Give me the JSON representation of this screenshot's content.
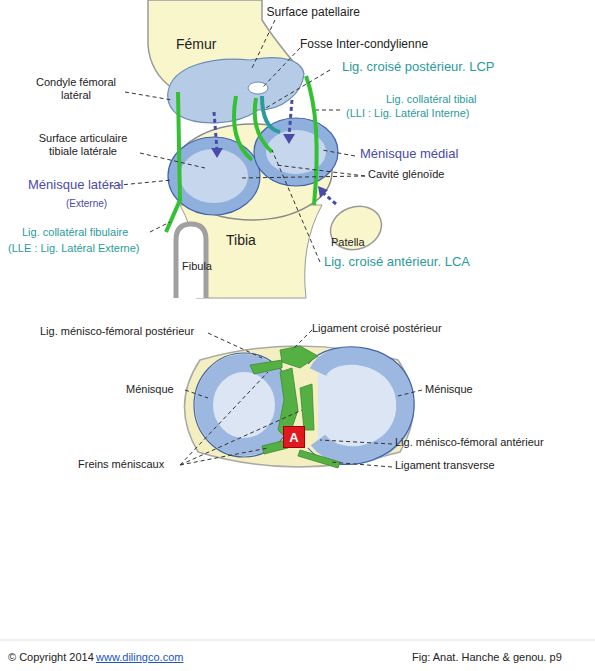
{
  "diagram": {
    "caption": "Fig:  Anat. Hanche & genou. p9",
    "nodes": [
      {
        "text": [
          "A"
        ]
      }
    ],
    "labels": [
      "Fémur",
      "Surface  patellaire",
      "Fosse Inter-condylienne",
      "Condyle fémoral latéral",
      "Lig. croisé postérieur. LCP",
      "Lig. collatéral tibial",
      "(LLI : Lig. Latéral Interne)",
      "Surface articulaire tibiale latérale",
      "Ménisque médial",
      "Ménisque latéral",
      "(Externe)",
      "Cavité glénoïde",
      "Lig. collatéral fibulaire",
      "(LLE : Lig. Latéral Externe)",
      "Patella",
      "Tibia",
      "Fibula",
      "Lig. croisé antérieur.  LCA",
      "Lig. ménisco-fémoral postérieur",
      "Ligament croisé postérieur",
      "Ménisque",
      "Ménisque",
      "Lig. ménisco-fémoral antérieur",
      "Freins méniscaux",
      "Ligament transverse",
      "© Copyright 2014",
      "www.dilingco.com"
    ]
  }
}
